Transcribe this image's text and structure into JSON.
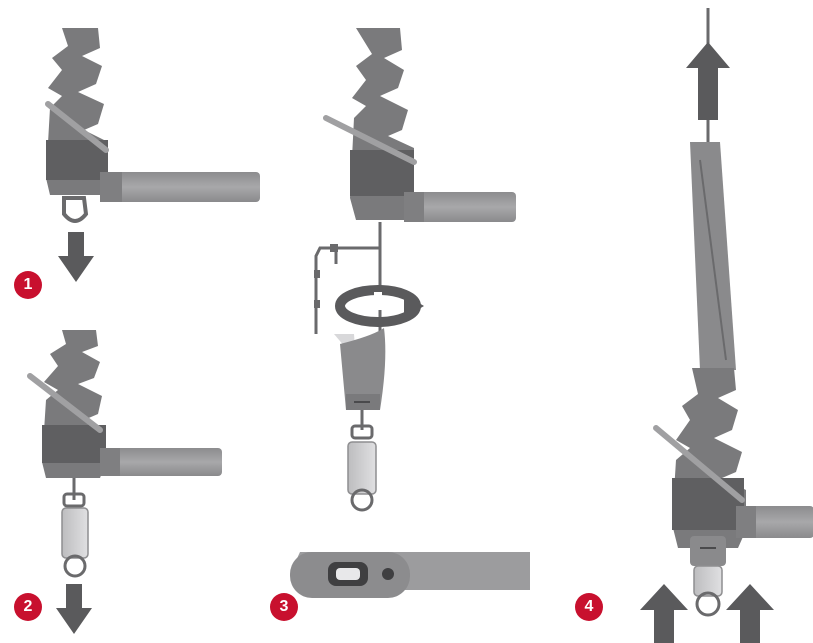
{
  "steps": [
    {
      "number": "1"
    },
    {
      "number": "2"
    },
    {
      "number": "3"
    },
    {
      "number": "4"
    }
  ],
  "colors": {
    "badge": "#c8102e",
    "arrow": "#5a5a5c",
    "body_dark": "#6c6c6e",
    "body_mid": "#8a8a8c",
    "body_light": "#b4b4b6",
    "bar": "#9a9a9c",
    "strap": "#d0d0d2"
  },
  "icons": [
    "down-arrow-icon",
    "up-arrow-icon",
    "rotate-arrow-icon"
  ]
}
